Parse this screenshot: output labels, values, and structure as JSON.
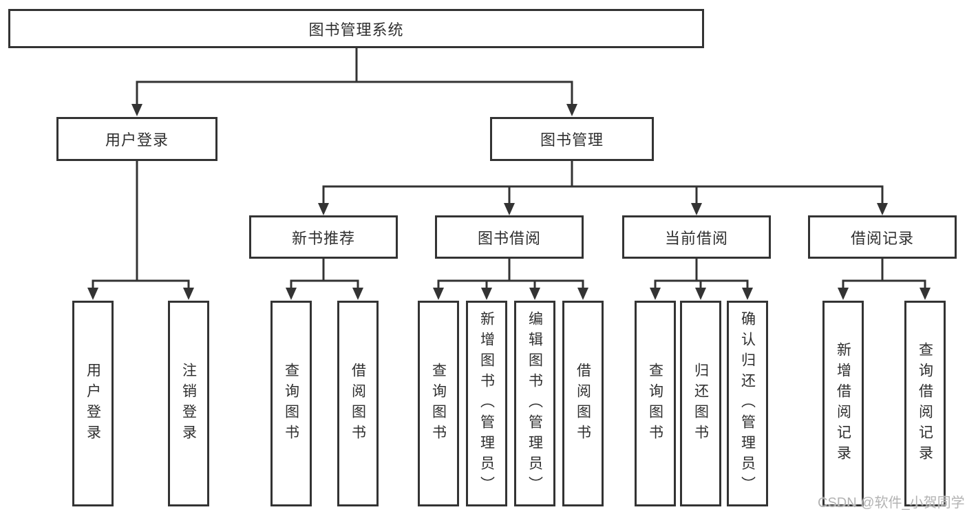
{
  "diagram": {
    "root": {
      "label": "图书管理系统"
    },
    "level2": [
      {
        "label": "用户登录",
        "children": [
          {
            "label": "用户登录"
          },
          {
            "label": "注销登录"
          }
        ]
      },
      {
        "label": "图书管理",
        "children": [
          {
            "label": "新书推荐",
            "children": [
              {
                "label": "查询图书"
              },
              {
                "label": "借阅图书"
              }
            ]
          },
          {
            "label": "图书借阅",
            "children": [
              {
                "label": "查询图书"
              },
              {
                "label": "新增图书（管理员）"
              },
              {
                "label": "编辑图书（管理员）"
              },
              {
                "label": "借阅图书"
              }
            ]
          },
          {
            "label": "当前借阅",
            "children": [
              {
                "label": "查询图书"
              },
              {
                "label": "归还图书"
              },
              {
                "label": "确认归还（管理员）"
              }
            ]
          },
          {
            "label": "借阅记录",
            "children": [
              {
                "label": "新增借阅记录"
              },
              {
                "label": "查询借阅记录"
              }
            ]
          }
        ]
      }
    ]
  },
  "colors": {
    "line": "#333333",
    "box_border": "#333333",
    "box_fill": "#ffffff",
    "text": "#2f2f2f",
    "watermark": "#b3b3b3"
  },
  "watermark": {
    "text": "CSDN @软件_小贺同学"
  }
}
